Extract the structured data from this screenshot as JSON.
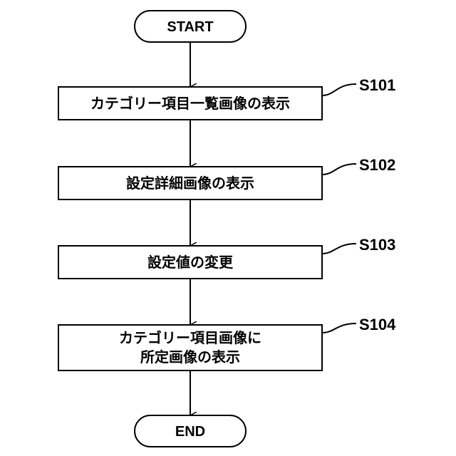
{
  "start": "START",
  "end": "END",
  "steps": [
    {
      "id": "S101",
      "lines": [
        "カテゴリー項目一覧画像の表示"
      ]
    },
    {
      "id": "S102",
      "lines": [
        "設定詳細画像の表示"
      ]
    },
    {
      "id": "S103",
      "lines": [
        "設定値の変更"
      ]
    },
    {
      "id": "S104",
      "lines": [
        "カテゴリー項目画像に",
        "所定画像の表示"
      ]
    }
  ]
}
